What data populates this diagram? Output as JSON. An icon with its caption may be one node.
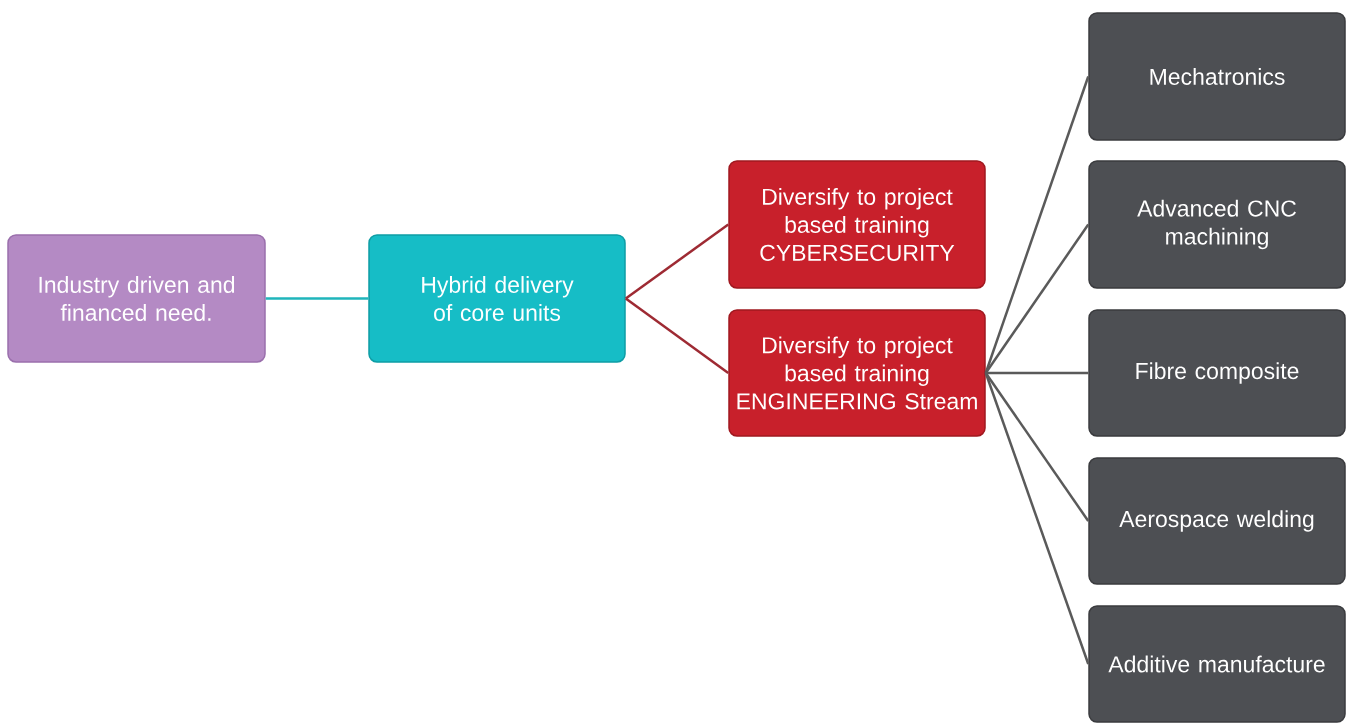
{
  "diagram": {
    "nodes": [
      {
        "text": [
          "Industry driven and financed need."
        ]
      },
      {
        "text": [
          "Hybrid delivery of core units"
        ]
      },
      {
        "text": [
          "Diversify to project based training CYBERSECURITY"
        ]
      },
      {
        "text": [
          "Diversify to project based training ENGINEERING Stream"
        ]
      },
      {
        "text": [
          "Mechatronics"
        ]
      },
      {
        "text": [
          "Advanced CNC machining"
        ]
      },
      {
        "text": [
          "Fibre composite"
        ]
      },
      {
        "text": [
          "Aerospace welding"
        ]
      },
      {
        "text": [
          "Additive manufacture"
        ]
      }
    ],
    "edges": [
      {
        "from": 0,
        "to": 1,
        "arrow": "none",
        "color": "#1fb5bb"
      },
      {
        "from": 1,
        "to": 2,
        "arrow": "none",
        "color": "#9e2a33"
      },
      {
        "from": 1,
        "to": 3,
        "arrow": "none",
        "color": "#9e2a33"
      },
      {
        "from": 3,
        "to": 4,
        "arrow": "none"
      },
      {
        "from": 3,
        "to": 5,
        "arrow": "none"
      },
      {
        "from": 3,
        "to": 6,
        "arrow": "none"
      },
      {
        "from": 3,
        "to": 7,
        "arrow": "none"
      },
      {
        "from": 3,
        "to": 8,
        "arrow": "none"
      }
    ]
  }
}
